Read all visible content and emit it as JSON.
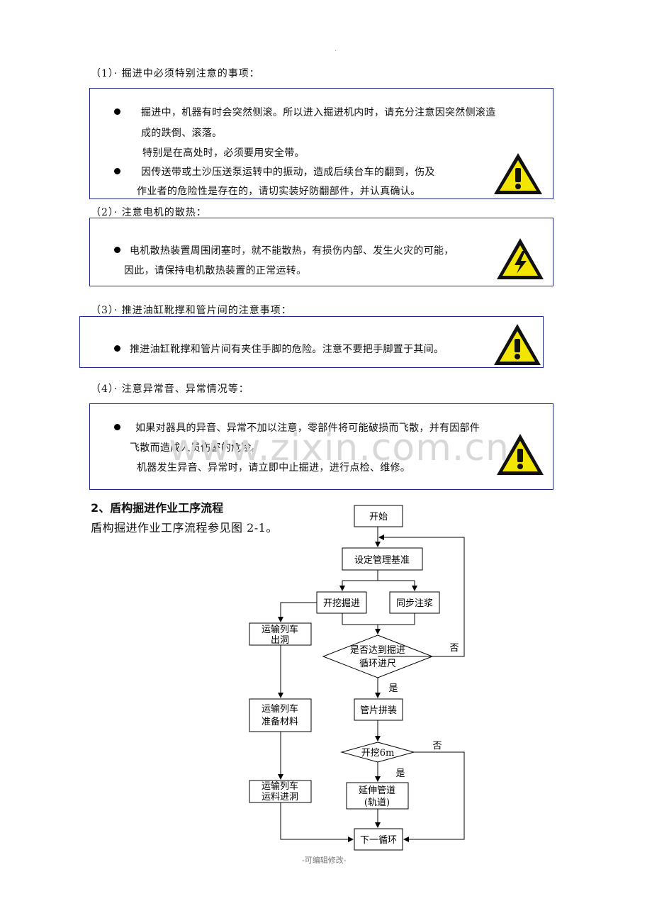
{
  "header": {
    "mark": "."
  },
  "sections": [
    {
      "title": "（1）· 掘进中必须特别注意的事项：",
      "lines": [
        "掘进中，机器有时会突然侧滚。所以进入掘进机内时，请充分注意因突然侧滚造",
        "成的跌倒、滚落。",
        "特别是在高处时，必须要用安全带。",
        "因传送带或土沙压送泵运转中的振动，造成后续台车的翻到，伤及",
        "作业者的危险性是存在的，请切实装好防翻部件，并认真确认。"
      ],
      "icon": "warning-exclamation-icon"
    },
    {
      "title": "（2）· 注意电机的散热：",
      "lines": [
        "电机散热装置周围闭塞时，就不能散热，有损伤内部、发生火灾的可能，",
        "因此，请保持电机散热装置的正常运转。"
      ],
      "icon": "electric-hazard-icon"
    },
    {
      "title": "（3）· 推进油缸靴撑和管片间的注意事项：",
      "lines": [
        "推进油缸靴撑和管片间有夹住手脚的危险。注意不要把手脚置于其间。"
      ],
      "icon": "warning-exclamation-icon"
    },
    {
      "title": "（4）· 注意异常音、异常情况等：",
      "lines": [
        "如果对器具的异音、异常不加以注意，零部件将可能破损而飞散，并有因部件",
        "飞散而造成人员伤害的危险。",
        "机器发生异音、异常时，请立即中止掘进，进行点检、维修。"
      ],
      "icon": "warning-exclamation-icon"
    }
  ],
  "heading2": "2、盾构掘进作业工序流程",
  "intro": "盾构掘进作业工序流程参见图 2-1。",
  "watermark": "www.zixin.com.cn",
  "flowchart": {
    "start": "开始",
    "set_baseline": "设定管理基准",
    "excavate": "开挖掘进",
    "grouting": "同步注浆",
    "decision1_line1": "是否达到掘进",
    "decision1_line2": "循环进尺",
    "no1": "否",
    "yes1": "是",
    "segment": "管片拼装",
    "decision2": "开挖6m",
    "no2": "否",
    "yes2": "是",
    "extend_line1": "延伸管道",
    "extend_line2": "(轨道)",
    "next_cycle": "下一循环",
    "train_out_line1": "运输列车",
    "train_out_line2": "出洞",
    "train_prep_line1": "运输列车",
    "train_prep_line2": "准备材料",
    "train_in_line1": "运输列车",
    "train_in_line2": "运料进洞"
  },
  "footer": "-可编辑修改-"
}
